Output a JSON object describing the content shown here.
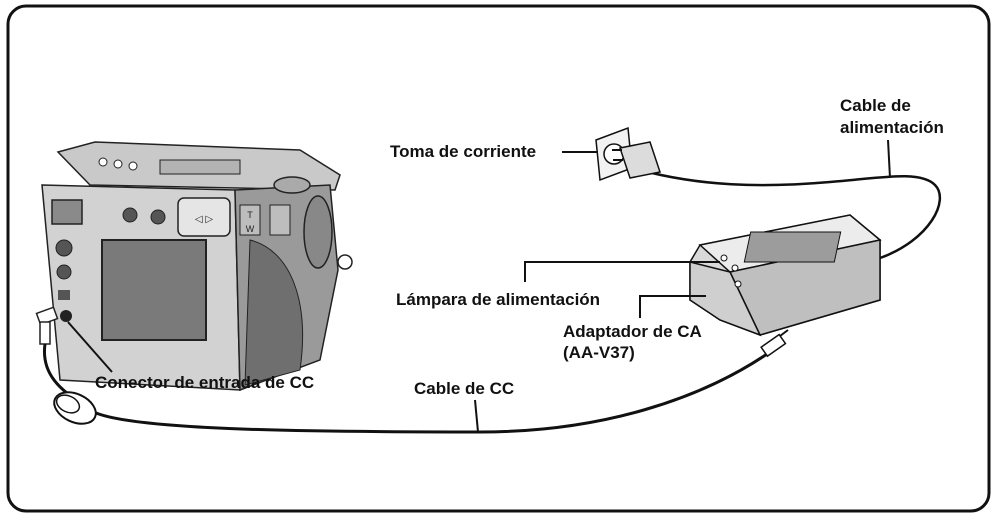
{
  "labels": {
    "outlet": "Toma de corriente",
    "power_cable_line1": "Cable de",
    "power_cable_line2": "alimentación",
    "power_lamp": "Lámpara de alimentación",
    "adapter_line1": "Adaptador de CA",
    "adapter_line2": "(AA-V37)",
    "dc_input": "Conector de entrada de CC",
    "dc_cable": "Cable de CC"
  },
  "camera_buttons": {
    "tele": "T",
    "wide": "W"
  },
  "icons": [
    "camera-icon",
    "ac-adapter-icon",
    "wall-outlet-icon",
    "plug-icon",
    "ferrite-core-icon"
  ]
}
